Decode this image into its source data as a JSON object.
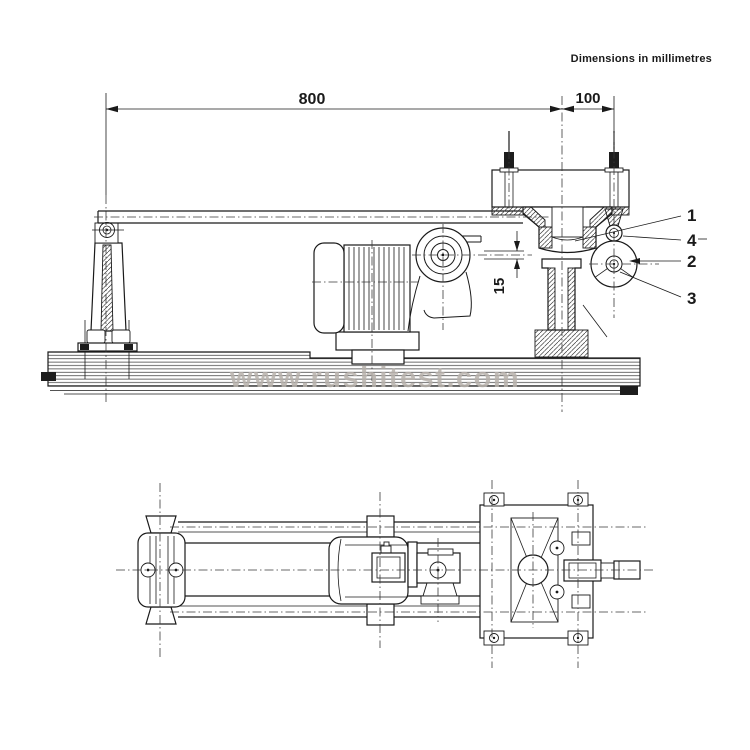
{
  "meta": {
    "note_top_right": "Dimensions in millimetres",
    "watermark": "www.rushitest.com"
  },
  "dimensions": {
    "overall_length": {
      "value": "800",
      "unit": "mm"
    },
    "cam_offset": {
      "value": "100",
      "unit": "mm"
    },
    "drop_gap": {
      "value": "15",
      "unit": "mm"
    }
  },
  "callouts": [
    {
      "label": "1"
    },
    {
      "label": "4"
    },
    {
      "label": "2"
    },
    {
      "label": "3"
    }
  ],
  "colors": {
    "line": "#1a1a1a",
    "centerline": "#3a3a3a",
    "watermark": "#b8b2ac",
    "paper": "#ffffff"
  }
}
